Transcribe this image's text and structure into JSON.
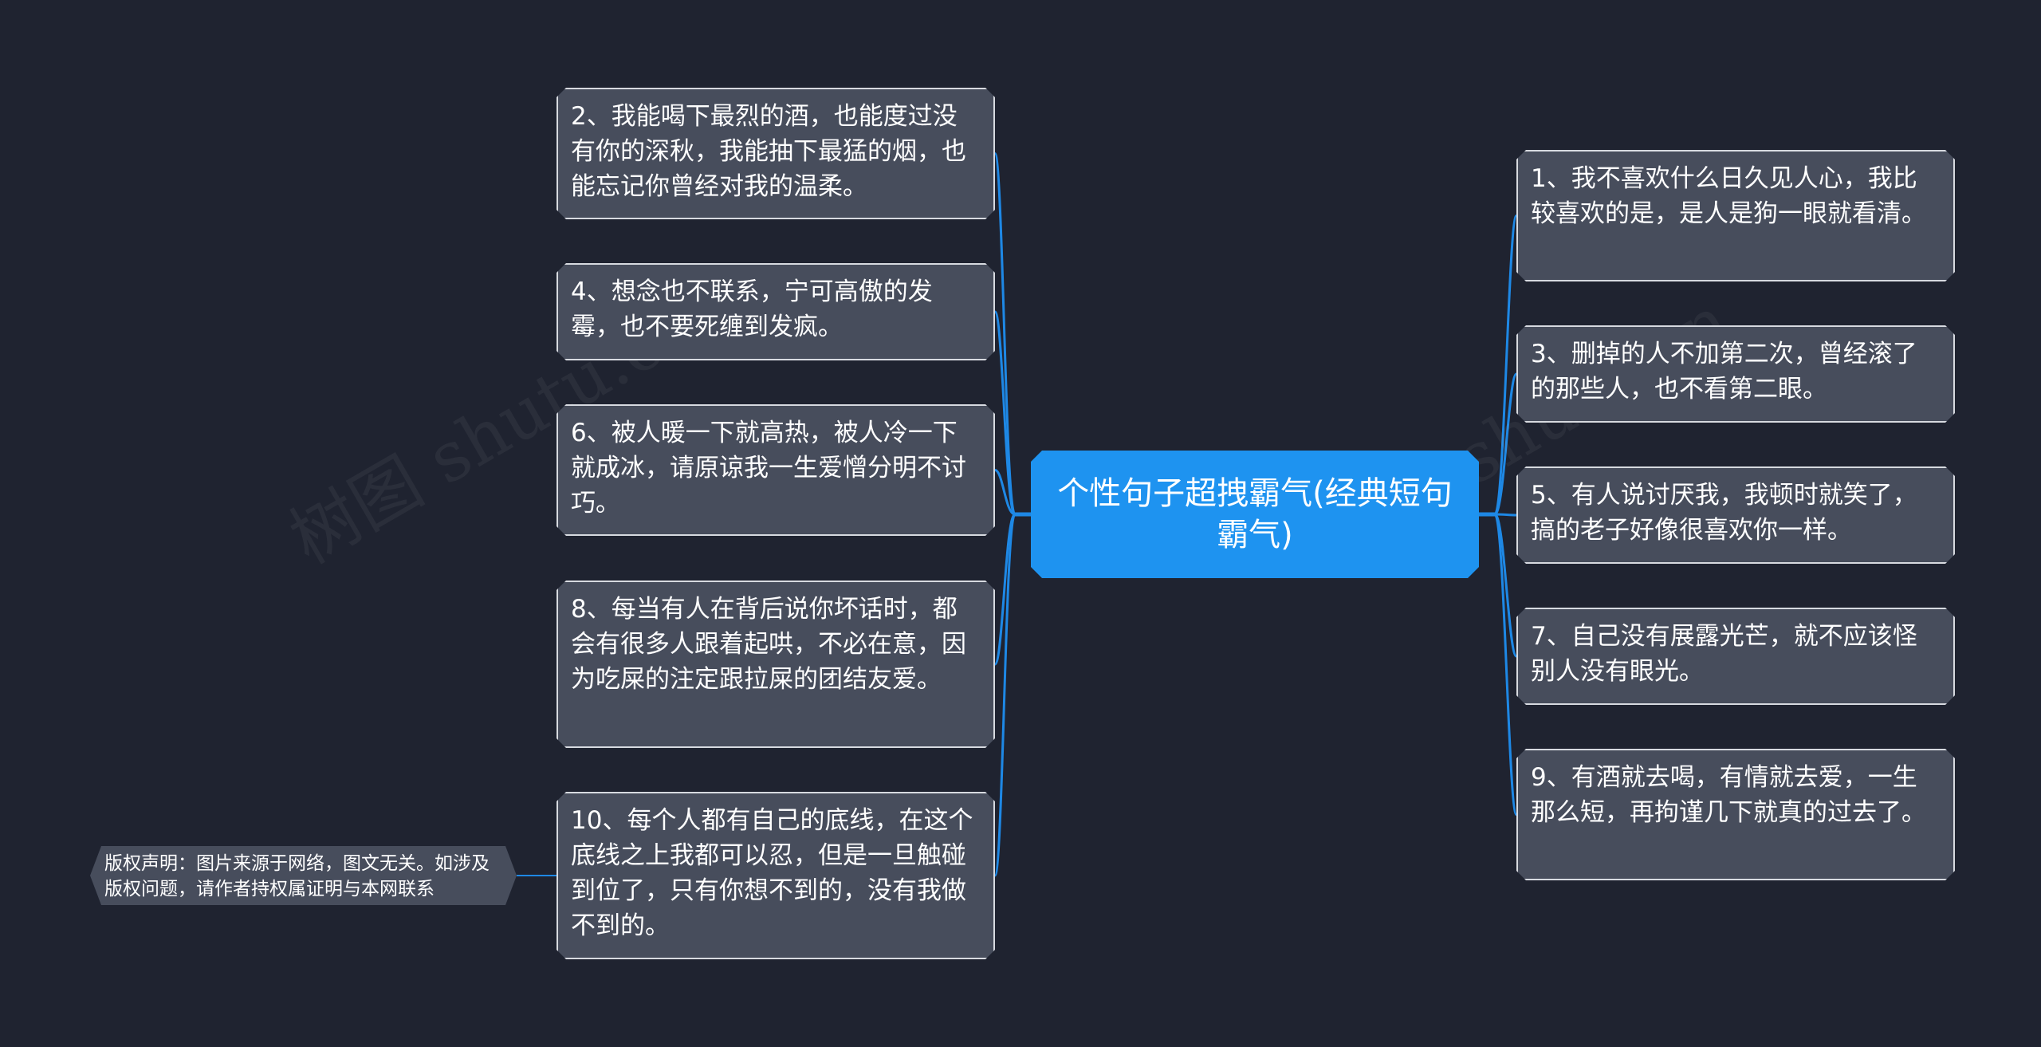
{
  "colors": {
    "background": "#1f2330",
    "root_fill": "#1e93f0",
    "node_fill": "#474d5c",
    "node_border": "#d7dae0",
    "link": "#1e88e5"
  },
  "root": {
    "label": "个性句子超拽霸气(经典短句霸气)"
  },
  "left_nodes": [
    {
      "label": "2、我能喝下最烈的酒，也能度过没有你的深秋，我能抽下最猛的烟，也能忘记你曾经对我的温柔。"
    },
    {
      "label": "4、想念也不联系，宁可高傲的发霉，也不要死缠到发疯。"
    },
    {
      "label": "6、被人暖一下就高热，被人冷一下就成冰，请原谅我一生爱憎分明不讨巧。"
    },
    {
      "label": "8、每当有人在背后说你坏话时，都会有很多人跟着起哄，不必在意，因为吃屎的注定跟拉屎的团结友爱。"
    },
    {
      "label": "10、每个人都有自己的底线，在这个底线之上我都可以忍，但是一旦触碰到位了，只有你想不到的，没有我做不到的。"
    }
  ],
  "right_nodes": [
    {
      "label": "1、我不喜欢什么日久见人心，我比较喜欢的是，是人是狗一眼就看清。"
    },
    {
      "label": "3、删掉的人不加第二次，曾经滚了的那些人，也不看第二眼。"
    },
    {
      "label": "5、有人说讨厌我，我顿时就笑了，搞的老子好像很喜欢你一样。"
    },
    {
      "label": "7、自己没有展露光芒，就不应该怪别人没有眼光。"
    },
    {
      "label": "9、有酒就去喝，有情就去爱，一生那么短，再拘谨几下就真的过去了。"
    }
  ],
  "notice": {
    "label": "版权声明：图片来源于网络，图文无关。如涉及版权问题，请作者持权属证明与本网联系"
  },
  "watermarks": [
    "树图 shutu.cn",
    "树图 shutu.cn"
  ]
}
